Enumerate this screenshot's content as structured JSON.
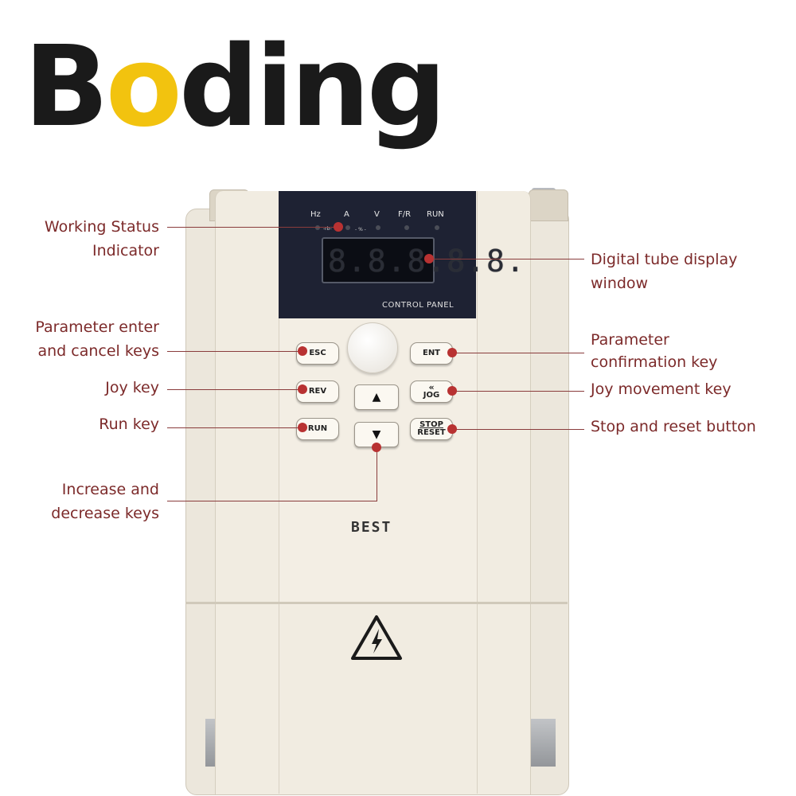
{
  "brand": {
    "prefix": "B",
    "accent": "o",
    "suffix": "ding",
    "accent_color": "#f2c30f"
  },
  "panel": {
    "indicators": [
      "Hz",
      "A",
      "V",
      "F/R",
      "RUN"
    ],
    "sub_label_1": "-rb-",
    "sub_label_2": "- % -",
    "display_value": "8.8.8.8.8.",
    "title": "CONTROL PANEL"
  },
  "keys": {
    "esc": "ESC",
    "ent": "ENT",
    "rev": "REV",
    "jog_symbol": "«",
    "jog": "JOG",
    "run": "RUN",
    "stop": "STOP",
    "reset": "RESET",
    "up": "▲",
    "down": "▼"
  },
  "brand_mark": "BEST",
  "callouts": {
    "working_status": [
      "Working Status",
      "Indicator"
    ],
    "param_enter": [
      "Parameter enter",
      "and cancel keys"
    ],
    "joy_key": "Joy key",
    "run_key": "Run key",
    "inc_dec": [
      "Increase and",
      "decrease keys"
    ],
    "digital_tube": [
      "Digital tube display",
      "window"
    ],
    "param_confirm": [
      "Parameter",
      "confirmation key"
    ],
    "joy_move": "Joy movement key",
    "stop_reset": "Stop and reset button"
  },
  "colors": {
    "callout_text": "#7c2a2a",
    "callout_pin": "#b83232",
    "panel_bg": "#1e2233"
  }
}
